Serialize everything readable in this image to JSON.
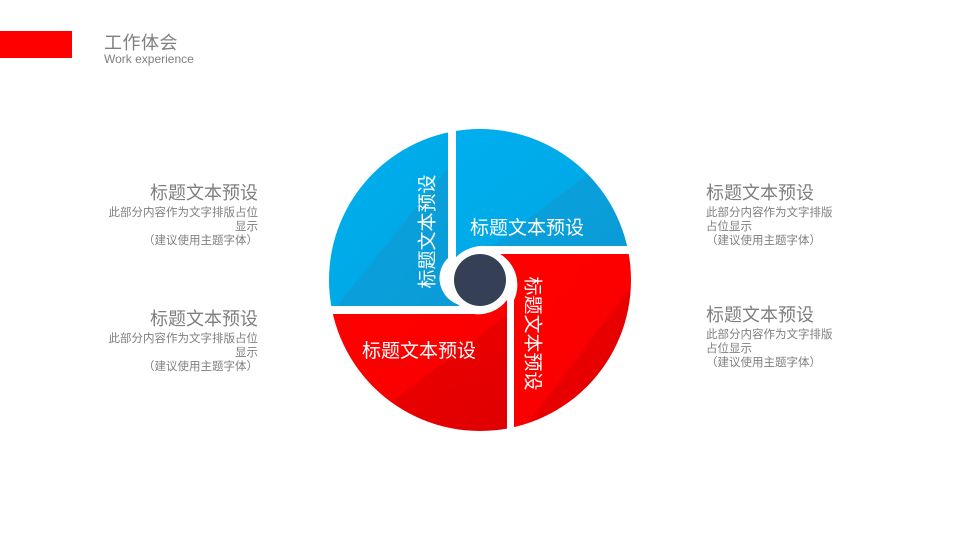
{
  "header": {
    "title_cn": "工作体会",
    "title_en": "Work experience",
    "accent_color": "#ff0000"
  },
  "text_blocks": [
    {
      "position": "top-left",
      "title": "标题文本预设",
      "body_line1": "此部分内容作为文字排版占位",
      "body_line2": "显示",
      "body_line3": "（建议使用主题字体）"
    },
    {
      "position": "bottom-left",
      "title": "标题文本预设",
      "body_line1": "此部分内容作为文字排版占位",
      "body_line2": "显示",
      "body_line3": "（建议使用主题字体）"
    },
    {
      "position": "top-right",
      "title": "标题文本预设",
      "body_line1": "此部分内容作为文字排版",
      "body_line2": "占位显示",
      "body_line3": "（建议使用主题字体）"
    },
    {
      "position": "bottom-right",
      "title": "标题文本预设",
      "body_line1": "此部分内容作为文字排版",
      "body_line2": "占位显示",
      "body_line3": "（建议使用主题字体）"
    }
  ],
  "diagram": {
    "colors": {
      "blue": "#00a8e8",
      "blue_dark": "#0094d0",
      "red": "#ff0000",
      "red_dark": "#e00000",
      "center": "#353f55"
    },
    "segments": [
      {
        "id": "top-left",
        "color": "blue",
        "label": "标题文本预设",
        "orientation": "vertical-up"
      },
      {
        "id": "top-right",
        "color": "blue",
        "label": "标题文本预设",
        "orientation": "horizontal"
      },
      {
        "id": "bottom-right",
        "color": "red",
        "label": "标题文本预设",
        "orientation": "vertical-down"
      },
      {
        "id": "bottom-left",
        "color": "red",
        "label": "标题文本预设",
        "orientation": "horizontal"
      }
    ]
  }
}
